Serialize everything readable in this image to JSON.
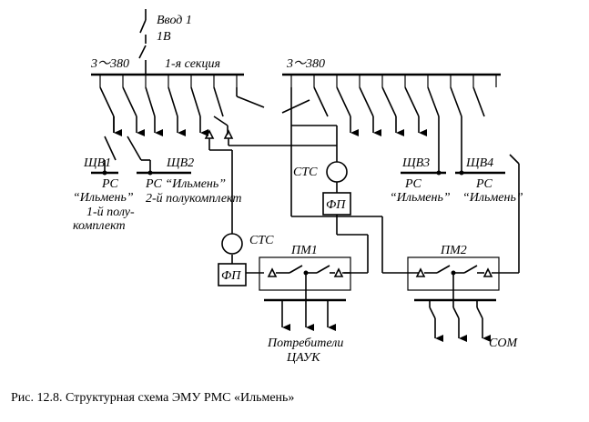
{
  "diagram": {
    "input": {
      "title": "Ввод 1",
      "breaker": "1В"
    },
    "bus_left": {
      "voltage": "3～380",
      "section": "1-я секция"
    },
    "bus_right": {
      "voltage": "3～380"
    },
    "boards": {
      "shv1": {
        "name": "ЩВ1",
        "rs": "РС",
        "ilmen": "“Ильмень”",
        "part1": "1-й полу-",
        "part2": "комплект"
      },
      "shv2": {
        "name": "ЩВ2",
        "rs": "РС “Ильмень”",
        "part": "2-й полукомплект"
      },
      "shv3": {
        "name": "ЩВ3",
        "rs": "РС",
        "ilmen": "“Ильмень”"
      },
      "shv4": {
        "name": "ЩВ4",
        "rs": "РС",
        "ilmen": "“Ильмень”"
      }
    },
    "stc_upper": "СТС",
    "stc_lower": "СТС",
    "fp_upper": "ФП",
    "fp_lower": "ФП",
    "pm1": "ПМ1",
    "pm2": "ПМ2",
    "consumers1": "Потребители",
    "consumers2": "ЦАУК",
    "som": "СОМ"
  },
  "caption": "Рис. 12.8. Структурная схема ЭМУ РМС «Ильмень»"
}
